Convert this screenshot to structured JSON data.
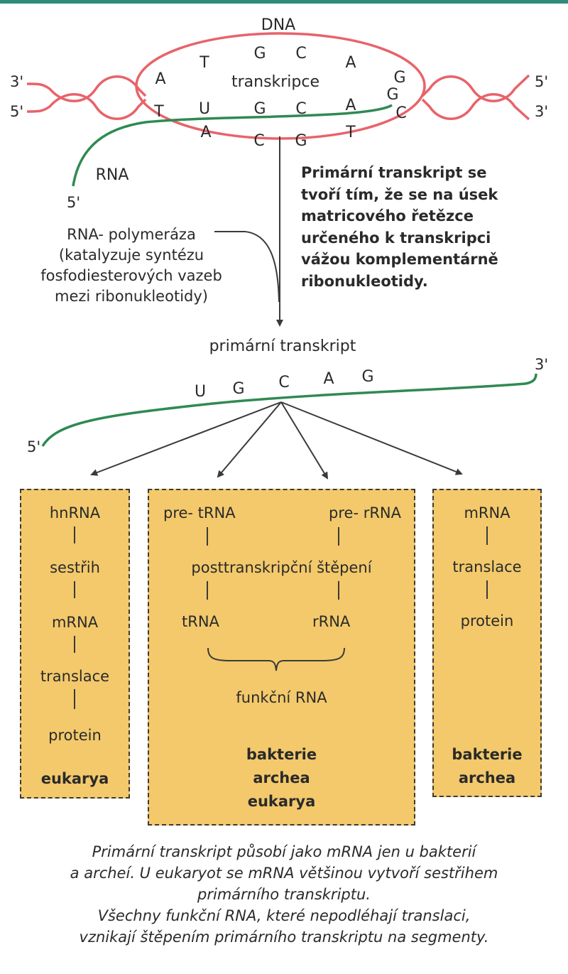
{
  "colors": {
    "dna_strand": "#e8636a",
    "rna_strand": "#2f8a52",
    "box_fill": "#f3c96b",
    "top_bar": "#2f8a7a",
    "text": "#2a2a2a"
  },
  "dna_section": {
    "dna_label": "DNA",
    "bubble_label": "transkripce",
    "rna_label": "RNA",
    "ends": {
      "left_top": "3'",
      "left_bottom": "5'",
      "right_top": "5'",
      "right_bottom": "3'",
      "rna_start": "5'"
    },
    "bases_top": [
      "A",
      "T",
      "G",
      "C",
      "A",
      "G"
    ],
    "bases_rna": [
      "T",
      "U",
      "G",
      "C",
      "A",
      "G"
    ],
    "bases_bottom": [
      "A",
      "C",
      "G",
      "T",
      "C"
    ]
  },
  "description": [
    "Primární transkript se",
    "tvoří tím, že se na úsek",
    "matricového řetězce",
    "určeného k transkripci",
    "vážou komplementárně",
    "ribonukleotidy."
  ],
  "polymerase": [
    "RNA- polymeráza",
    "(katalyzuje syntézu",
    "fosfodiesterových vazeb",
    "mezi ribonukleotidy)"
  ],
  "primary_transcript": {
    "label": "primární transkript",
    "bases": [
      "U",
      "G",
      "C",
      "A",
      "G"
    ],
    "end_5": "5'",
    "end_3": "3'"
  },
  "box_left": {
    "steps": [
      "hnRNA",
      "sestřih",
      "mRNA",
      "translace",
      "protein"
    ],
    "organisms": [
      "eukarya"
    ]
  },
  "box_middle": {
    "pre_trna": "pre- tRNA",
    "pre_rrna": "pre- rRNA",
    "cleavage": "posttranskripční štěpení",
    "trna": "tRNA",
    "rrna": "rRNA",
    "functional": "funkční RNA",
    "organisms": [
      "bakterie",
      "archea",
      "eukarya"
    ]
  },
  "box_right": {
    "steps": [
      "mRNA",
      "translace",
      "protein"
    ],
    "organisms": [
      "bakterie",
      "archea"
    ]
  },
  "caption": [
    "Primární transkript působí jako mRNA jen u bakterií",
    "a archeí. U eukaryot se mRNA většinou vytvoří sestřihem",
    "primárního transkriptu.",
    "Všechny funkční RNA, které nepodléhají translaci,",
    "vznikají štěpením primárního transkriptu na segmenty."
  ]
}
